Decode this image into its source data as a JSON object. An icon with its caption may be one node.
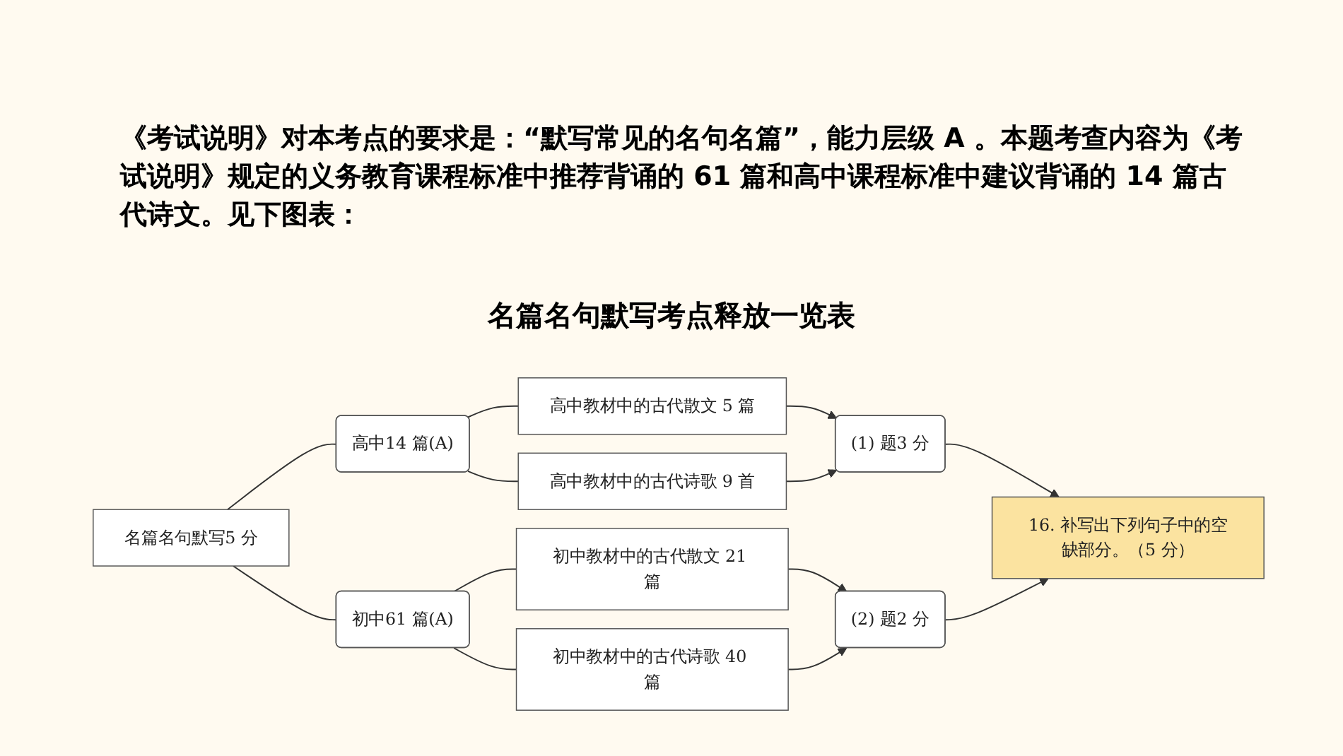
{
  "diagram": {
    "title": "名篇名句默写考点释放一览表",
    "nodes": [
      {
        "text": [
          "名篇名句默写5 分"
        ]
      },
      {
        "text": [
          "高中14 篇(A)"
        ]
      },
      {
        "text": [
          "初中61 篇(A)"
        ]
      },
      {
        "text": [
          "高中教材中的古代散文 5 篇"
        ]
      },
      {
        "text": [
          "高中教材中的古代诗歌 9 首"
        ]
      },
      {
        "text": [
          "初中教材中的古代散文 21 篇"
        ]
      },
      {
        "text": [
          "初中教材中的古代诗歌 40 篇"
        ]
      },
      {
        "text": [
          "(1) 题3 分"
        ]
      },
      {
        "text": [
          "(2) 题2 分"
        ]
      },
      {
        "text": [
          "16. 补写出下列句子中的空缺部分。（5 分）"
        ]
      }
    ],
    "edges": [
      {
        "from": 0,
        "to": 1,
        "arrow": "none"
      },
      {
        "from": 0,
        "to": 2,
        "arrow": "none"
      },
      {
        "from": 1,
        "to": 3,
        "arrow": "none"
      },
      {
        "from": 1,
        "to": 4,
        "arrow": "none"
      },
      {
        "from": 2,
        "to": 5,
        "arrow": "none"
      },
      {
        "from": 2,
        "to": 6,
        "arrow": "none"
      },
      {
        "from": 3,
        "to": 7,
        "arrow": "to"
      },
      {
        "from": 4,
        "to": 7,
        "arrow": "to"
      },
      {
        "from": 5,
        "to": 8,
        "arrow": "to"
      },
      {
        "from": 6,
        "to": 8,
        "arrow": "to"
      },
      {
        "from": 7,
        "to": 9,
        "arrow": "to"
      },
      {
        "from": 8,
        "to": 9,
        "arrow": "to"
      }
    ],
    "labels": [
      "《考试说明》对本考点的要求是：“默写常见的名句名篇”，能力层级 A 。本题考查内容为《考试说明》规定的义务教育课程标准中推荐背诵的 61 篇和高中课程标准中建议背诵的 14 篇古代诗文。见下图表："
    ]
  }
}
